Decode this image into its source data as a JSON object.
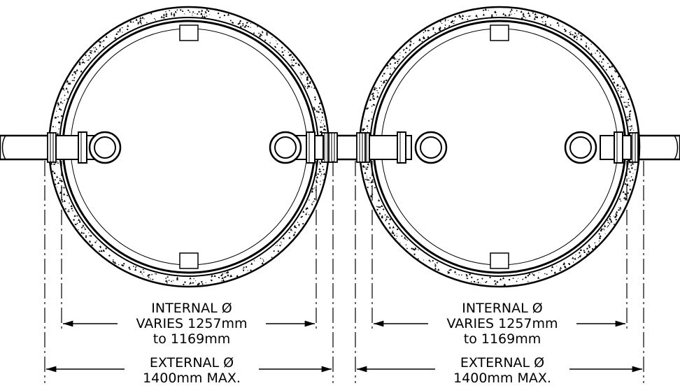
{
  "manholes": [
    {
      "internal": {
        "line1": "INTERNAL Ø",
        "line2": "VARIES 1257mm",
        "line3": "to 1169mm"
      },
      "external": {
        "line1": "EXTERNAL Ø",
        "line2": "1400mm MAX."
      }
    },
    {
      "internal": {
        "line1": "INTERNAL Ø",
        "line2": "VARIES 1257mm",
        "line3": "to 1169mm"
      },
      "external": {
        "line1": "EXTERNAL Ø",
        "line2": "1400mm MAX."
      }
    }
  ]
}
